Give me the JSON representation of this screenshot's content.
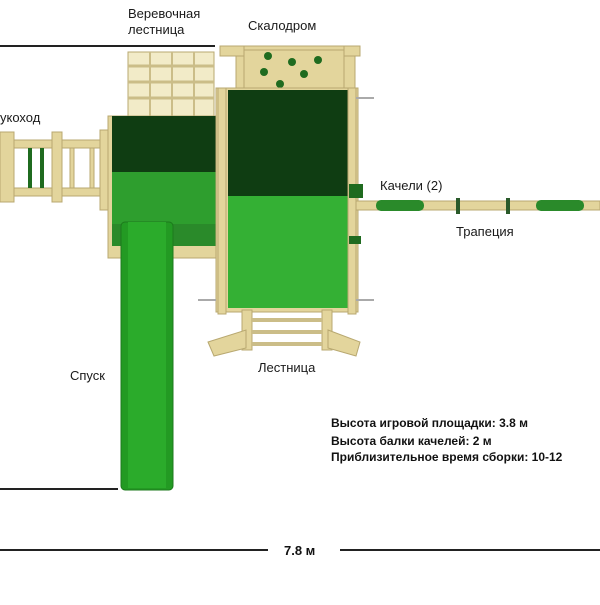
{
  "labels": {
    "rope_ladder_1": "Веревочная",
    "rope_ladder_2": "лестница",
    "climbing_wall": "Скалодром",
    "monkey_bars": "укоход",
    "swings": "Качели (2)",
    "trapeze": "Трапеция",
    "slide": "Спуск",
    "ladder": "Лестница"
  },
  "specs": {
    "platform_height": "Высота игровой площадки:  3.8 м",
    "beam_height": "Высота балки качелей: 2 м",
    "assembly_time": "Приблизительное время сборки: 10-12"
  },
  "dimensions": {
    "width": "7.8 м"
  },
  "colors": {
    "wood": "#e3d59c",
    "wood_edge": "#b8a870",
    "dark_green": "#0f3d12",
    "green": "#2e9e2e",
    "bright_green": "#34b034",
    "slide_green": "#239a23"
  }
}
